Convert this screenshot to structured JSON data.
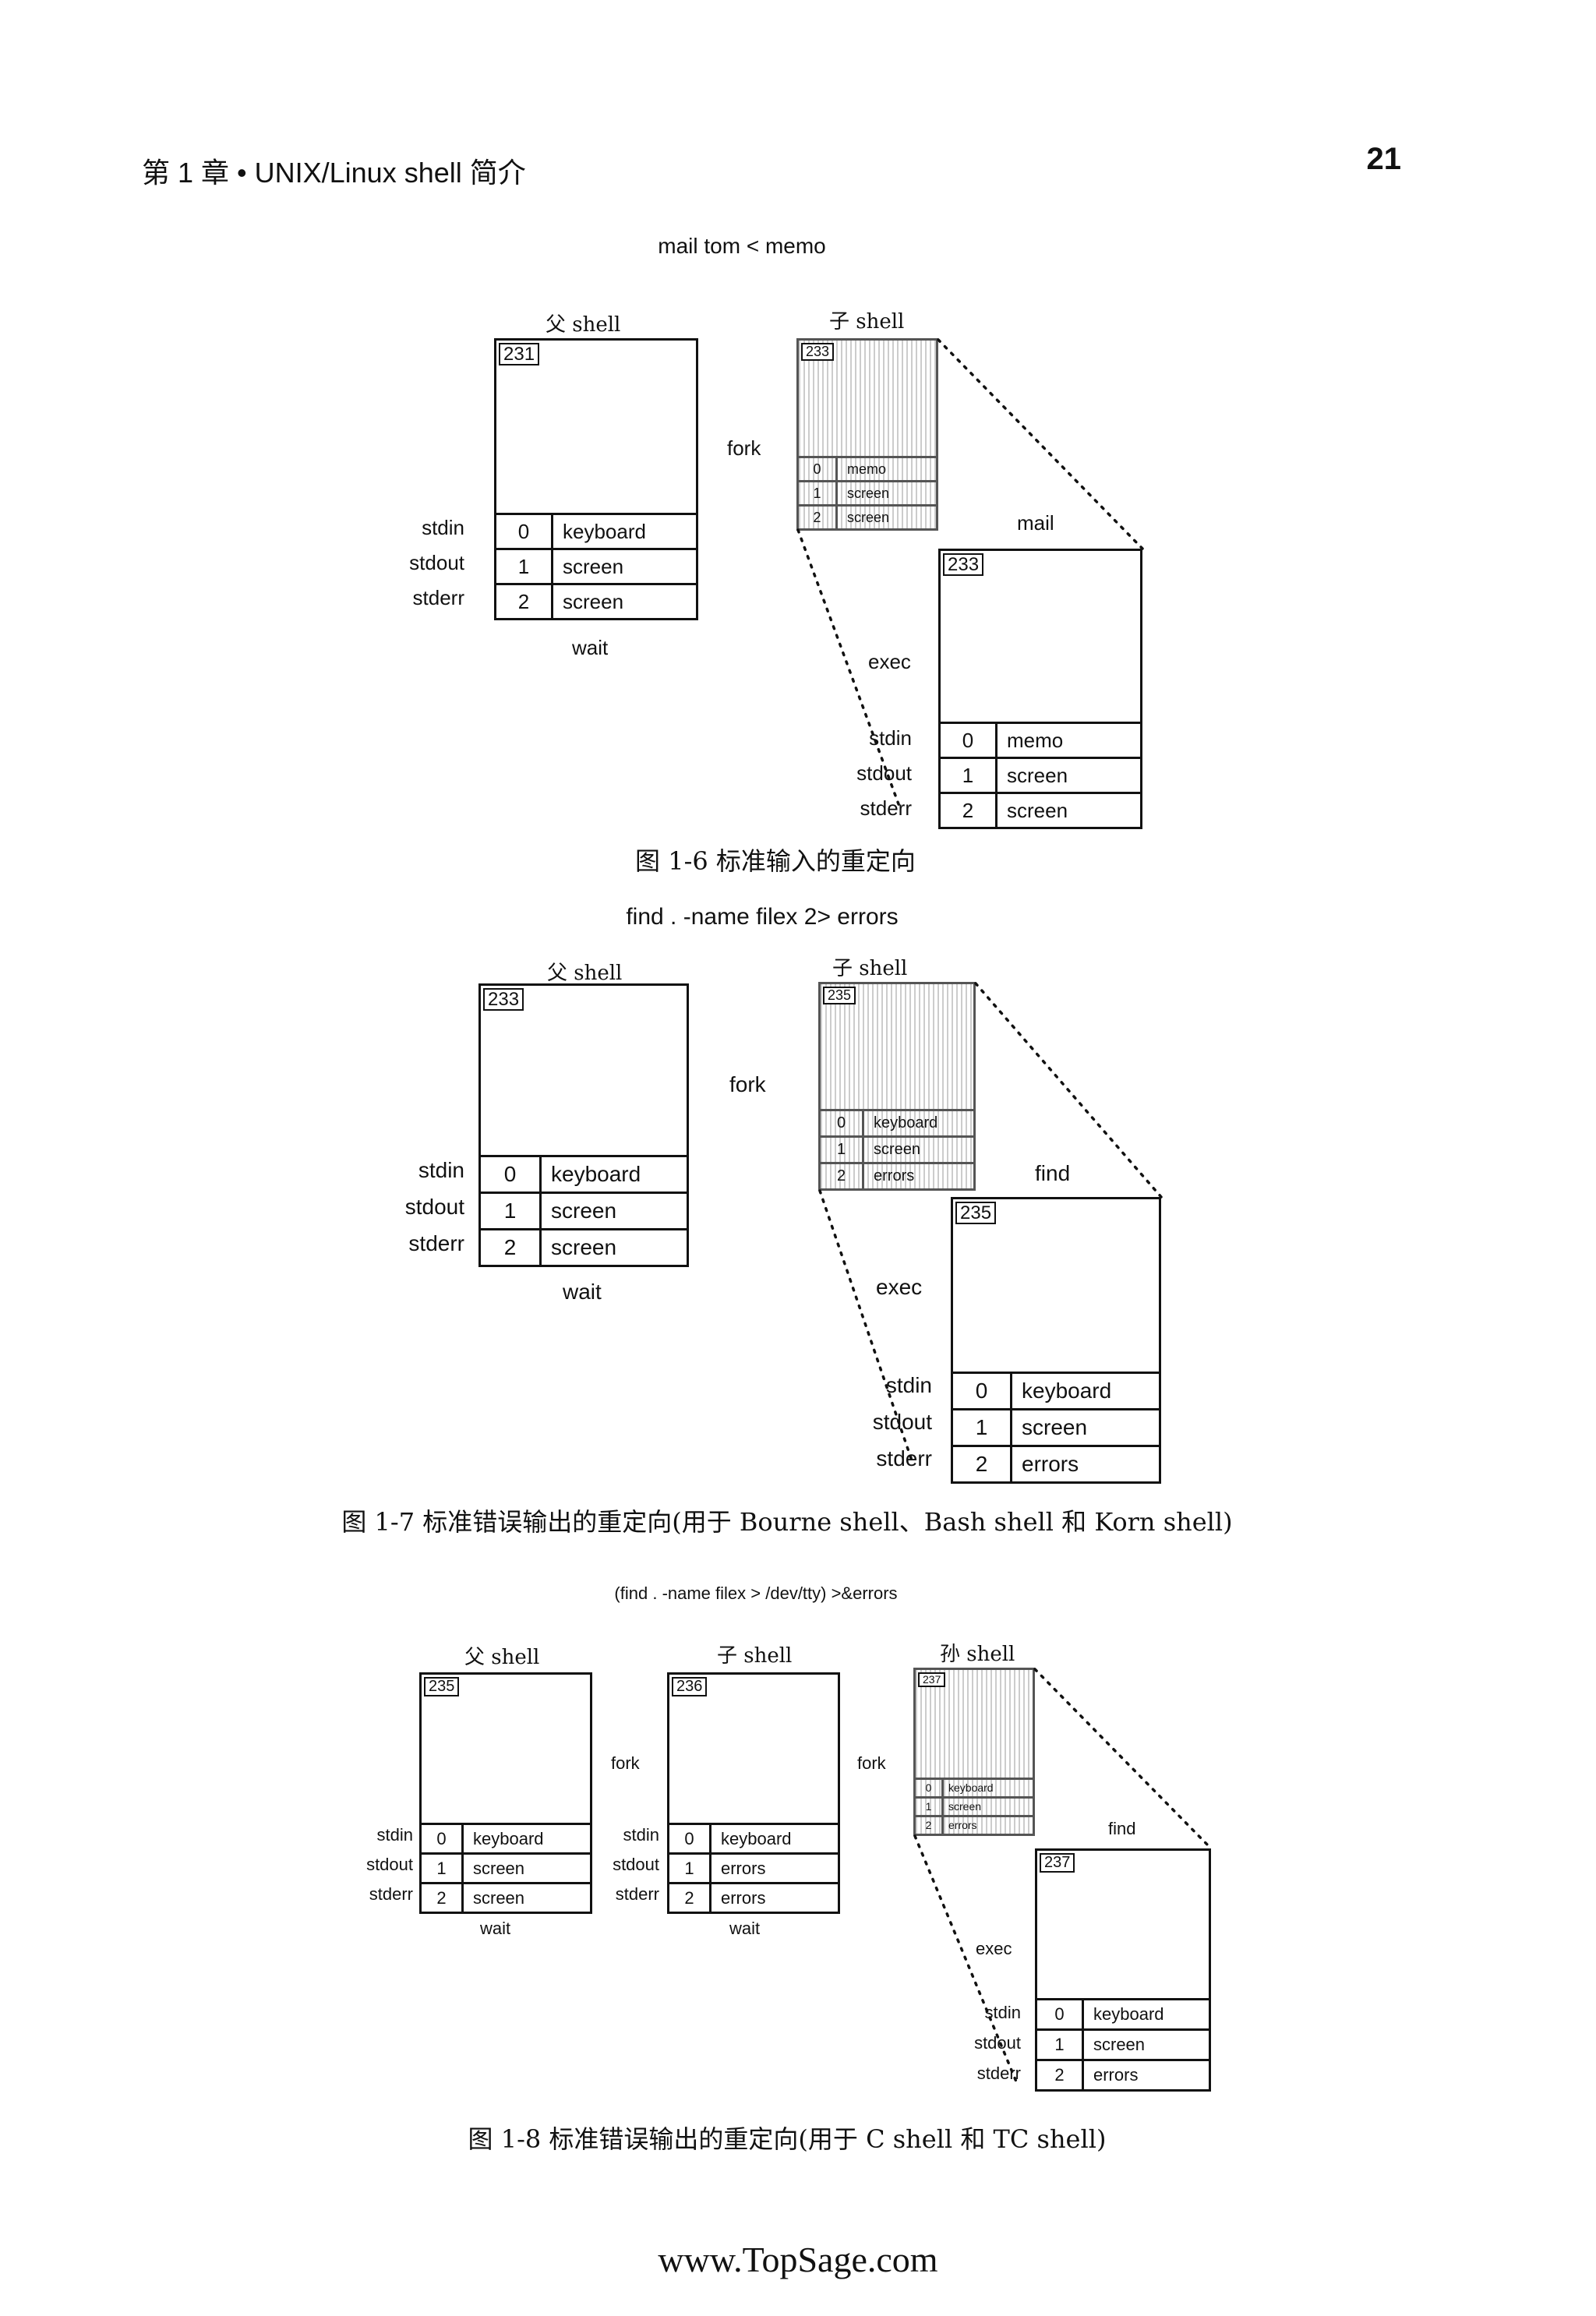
{
  "header": {
    "chapter": "第 1 章 • UNIX/Linux shell 简介",
    "page_number": "21"
  },
  "figures": [
    {
      "command": "mail tom < memo",
      "caption": "图 1-6   标准输入的重定向",
      "labels": {
        "fork": "fork",
        "exec": "exec",
        "wait": "wait",
        "program": "mail"
      },
      "std_labels": [
        "stdin",
        "stdout",
        "stderr"
      ],
      "processes": [
        {
          "title": "父 shell",
          "pid": "231",
          "fds": [
            {
              "n": "0",
              "v": "keyboard"
            },
            {
              "n": "1",
              "v": "screen"
            },
            {
              "n": "2",
              "v": "screen"
            }
          ]
        },
        {
          "title": "子 shell",
          "pid": "233",
          "fds": [
            {
              "n": "0",
              "v": "memo"
            },
            {
              "n": "1",
              "v": "screen"
            },
            {
              "n": "2",
              "v": "screen"
            }
          ]
        },
        {
          "title": "",
          "pid": "233",
          "fds": [
            {
              "n": "0",
              "v": "memo"
            },
            {
              "n": "1",
              "v": "screen"
            },
            {
              "n": "2",
              "v": "screen"
            }
          ]
        }
      ]
    },
    {
      "command": "find . -name filex 2> errors",
      "caption": "图 1-7   标准错误输出的重定向(用于 Bourne shell、Bash shell 和 Korn shell)",
      "labels": {
        "fork": "fork",
        "exec": "exec",
        "wait": "wait",
        "program": "find"
      },
      "std_labels": [
        "stdin",
        "stdout",
        "stderr"
      ],
      "processes": [
        {
          "title": "父 shell",
          "pid": "233",
          "fds": [
            {
              "n": "0",
              "v": "keyboard"
            },
            {
              "n": "1",
              "v": "screen"
            },
            {
              "n": "2",
              "v": "screen"
            }
          ]
        },
        {
          "title": "子 shell",
          "pid": "235",
          "fds": [
            {
              "n": "0",
              "v": "keyboard"
            },
            {
              "n": "1",
              "v": "screen"
            },
            {
              "n": "2",
              "v": "errors"
            }
          ]
        },
        {
          "title": "",
          "pid": "235",
          "fds": [
            {
              "n": "0",
              "v": "keyboard"
            },
            {
              "n": "1",
              "v": "screen"
            },
            {
              "n": "2",
              "v": "errors"
            }
          ]
        }
      ]
    },
    {
      "command": "(find . -name filex > /dev/tty) >&errors",
      "caption": "图 1-8   标准错误输出的重定向(用于 C shell 和 TC shell)",
      "labels": {
        "fork": "fork",
        "fork2": "fork",
        "exec": "exec",
        "wait": "wait",
        "wait2": "wait",
        "program": "find"
      },
      "std_labels": [
        "stdin",
        "stdout",
        "stderr"
      ],
      "processes": [
        {
          "title": "父 shell",
          "pid": "235",
          "fds": [
            {
              "n": "0",
              "v": "keyboard"
            },
            {
              "n": "1",
              "v": "screen"
            },
            {
              "n": "2",
              "v": "screen"
            }
          ]
        },
        {
          "title": "子 shell",
          "pid": "236",
          "fds": [
            {
              "n": "0",
              "v": "keyboard"
            },
            {
              "n": "1",
              "v": "errors"
            },
            {
              "n": "2",
              "v": "errors"
            }
          ]
        },
        {
          "title": "孙 shell",
          "pid": "237",
          "fds": [
            {
              "n": "0",
              "v": "keyboard"
            },
            {
              "n": "1",
              "v": "screen"
            },
            {
              "n": "2",
              "v": "errors"
            }
          ]
        },
        {
          "title": "",
          "pid": "237",
          "fds": [
            {
              "n": "0",
              "v": "keyboard"
            },
            {
              "n": "1",
              "v": "screen"
            },
            {
              "n": "2",
              "v": "errors"
            }
          ]
        }
      ]
    }
  ],
  "footer": {
    "site": "www.TopSage.com"
  }
}
